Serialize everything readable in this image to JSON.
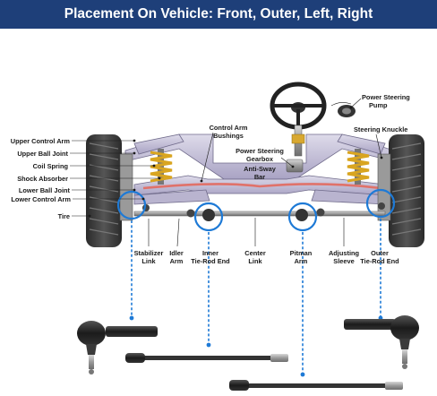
{
  "title": "Placement On Vehicle: Front, Outer, Left, Right",
  "labels": {
    "upper_control_arm": "Upper Control Arm",
    "upper_ball_joint": "Upper Ball Joint",
    "coil_spring": "Coil Spring",
    "shock_absorber": "Shock Absorber",
    "lower_ball_joint": "Lower Ball Joint",
    "lower_control_arm": "Lower Control Arm",
    "tire": "Tire",
    "control_arm_bushings_1": "Control Arm",
    "control_arm_bushings_2": "Bushings",
    "power_steering_gearbox_1": "Power Steering",
    "power_steering_gearbox_2": "Gearbox",
    "anti_sway_bar_1": "Anti-Sway",
    "anti_sway_bar_2": "Bar",
    "power_steering_pump_1": "Power Steering",
    "power_steering_pump_2": "Pump",
    "steering_knuckle": "Steering Knuckle",
    "stabilizer_link_1": "Stabilizer",
    "stabilizer_link_2": "Link",
    "idler_arm_1": "Idler",
    "idler_arm_2": "Arm",
    "inner_tie_rod_end_1": "Inner",
    "inner_tie_rod_end_2": "Tie-Rod End",
    "center_link_1": "Center",
    "center_link_2": "Link",
    "pitman_arm_1": "Pitman",
    "pitman_arm_2": "Arm",
    "adjusting_sleeve_1": "Adjusting",
    "adjusting_sleeve_2": "Sleeve",
    "outer_tie_rod_end_1": "Outer",
    "outer_tie_rod_end_2": "Tie-Rod End"
  },
  "colors": {
    "banner": "#1e3f79",
    "highlight": "#1e7ad6",
    "frame": "#c7c2d9",
    "metal": "#8c8c8c",
    "spring": "#d9a520",
    "sway_bar": "#e0726a"
  },
  "icons": [
    "steering-wheel-icon",
    "tire-icon",
    "tie-rod-end-icon",
    "inner-tie-rod-icon"
  ]
}
